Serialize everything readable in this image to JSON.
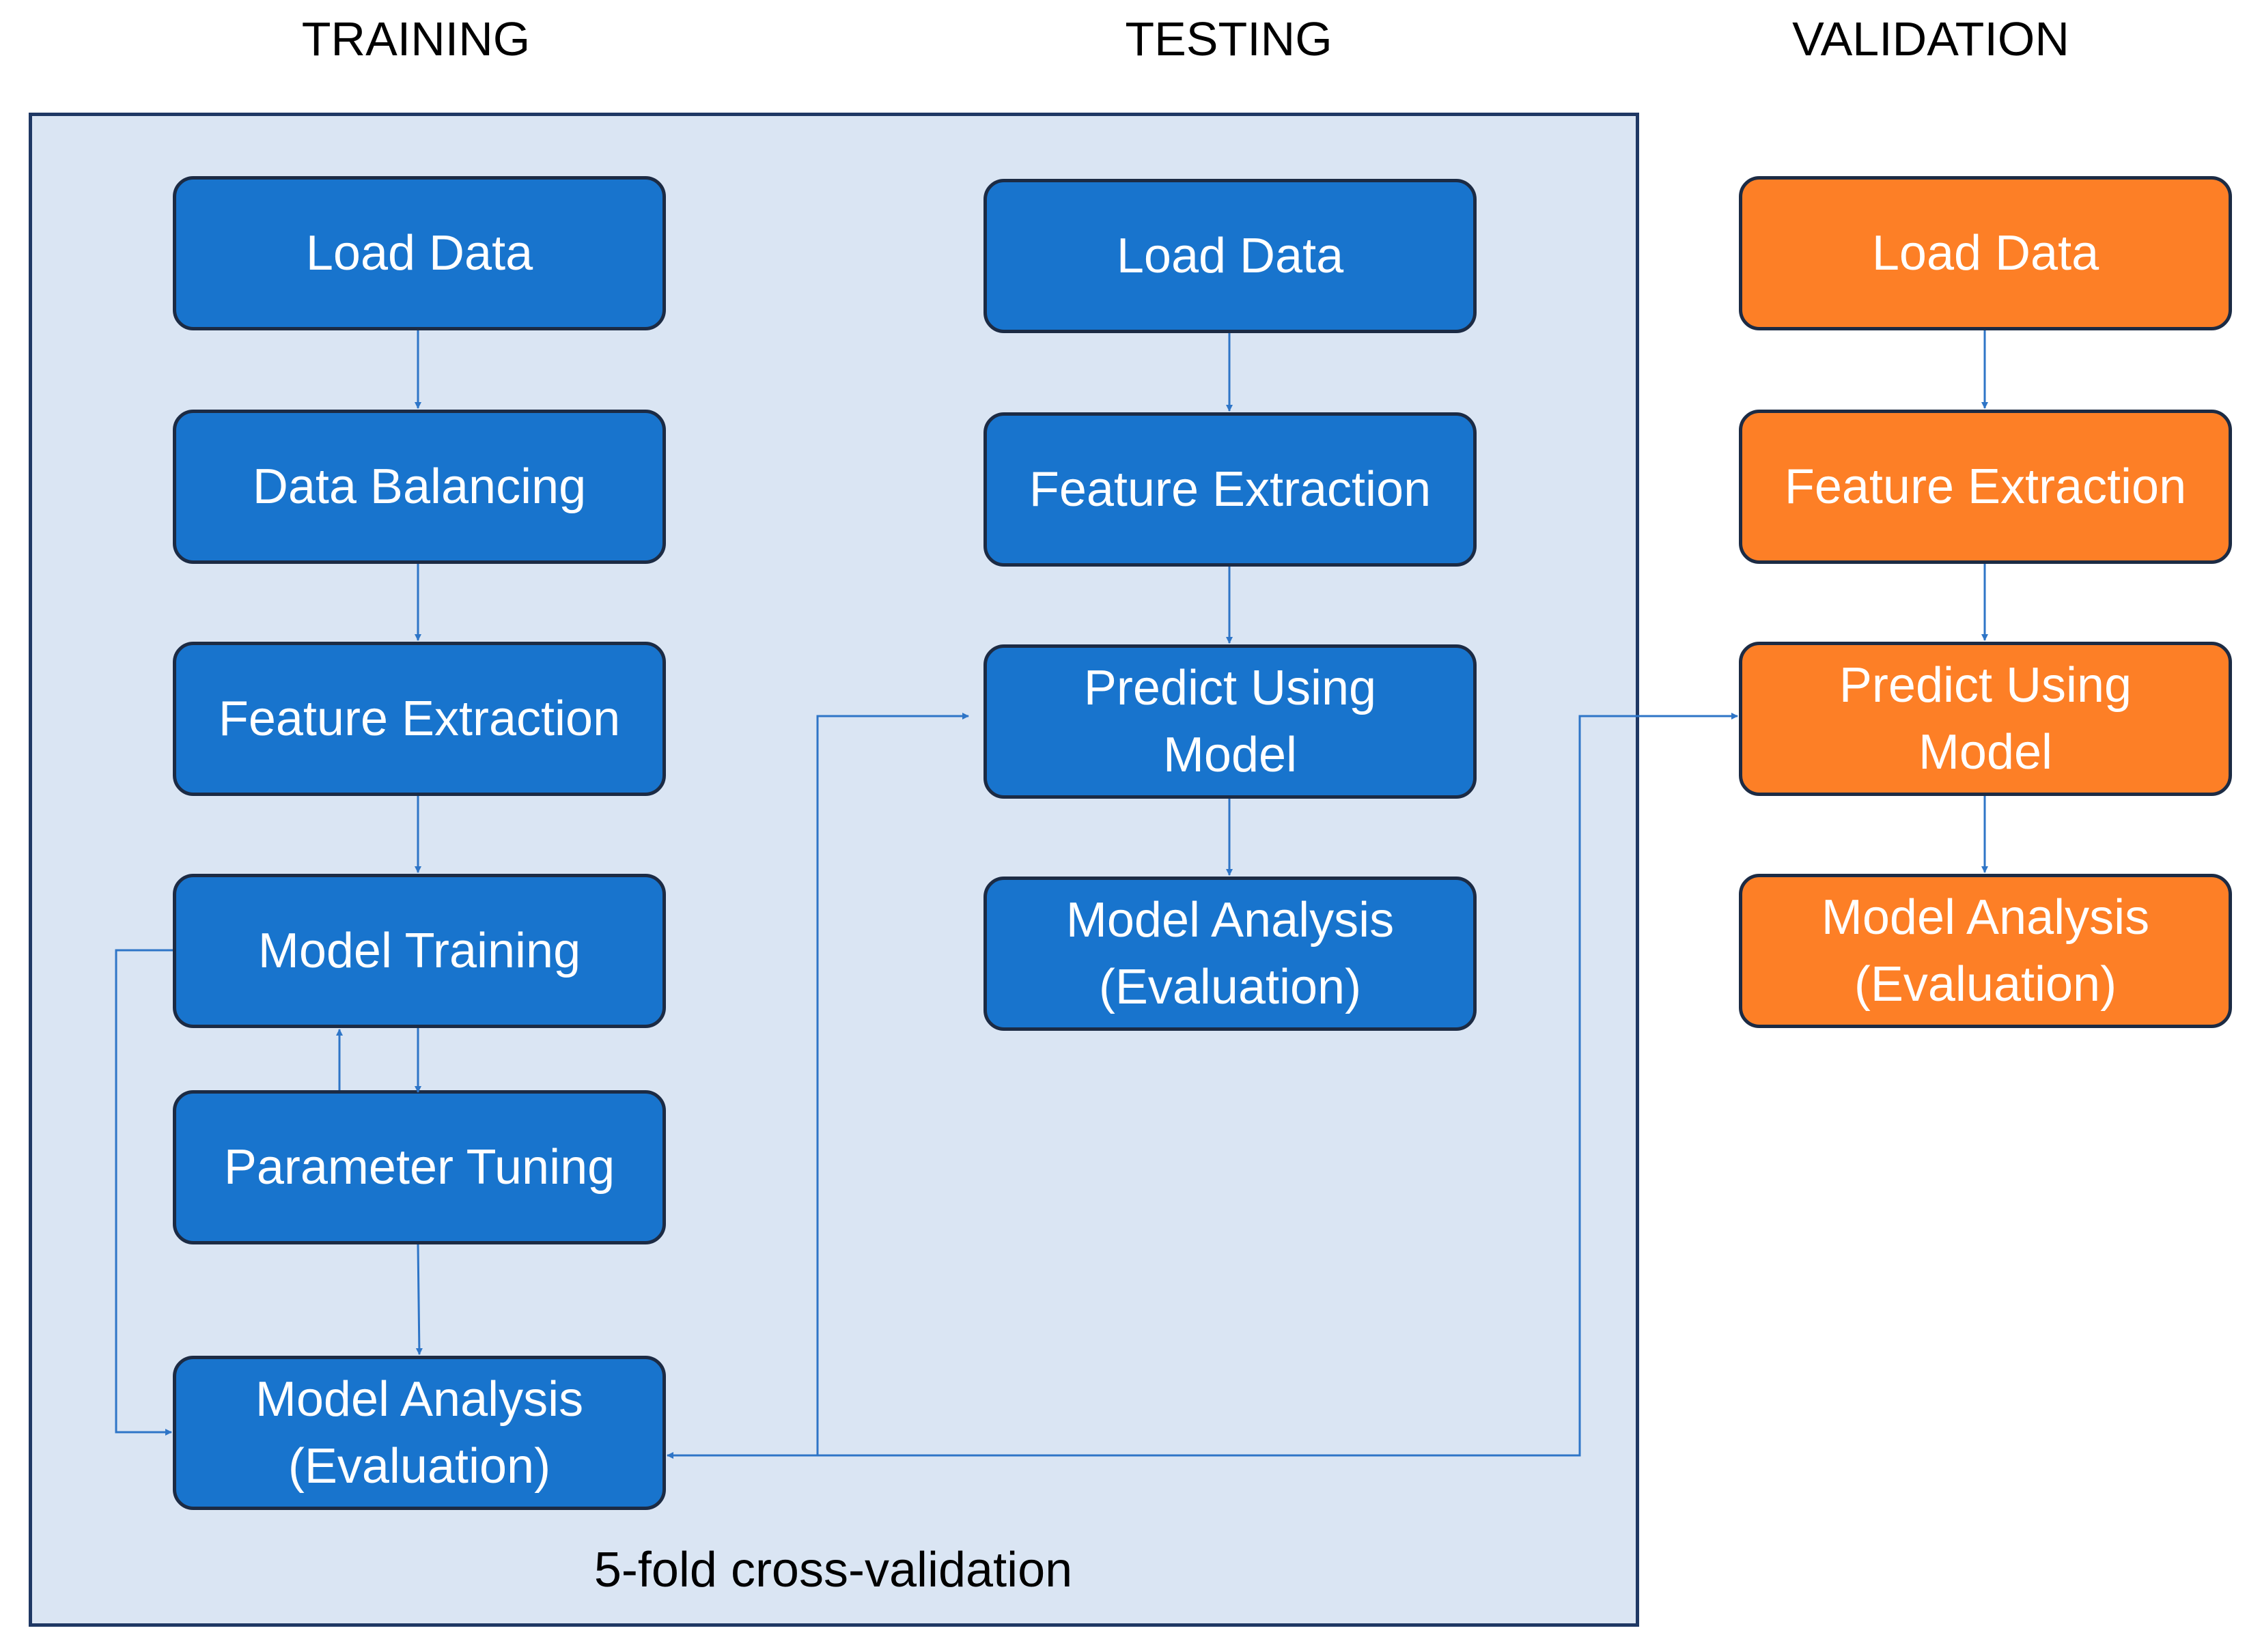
{
  "headings": {
    "training": "TRAINING",
    "testing": "TESTING",
    "validation": "VALIDATION"
  },
  "cross_validation_label": "5-fold cross-validation",
  "training_steps": [
    "Load Data",
    "Data Balancing",
    "Feature Extraction",
    "Model Training",
    "Parameter Tuning",
    "Model Analysis\n(Evaluation)"
  ],
  "testing_steps": [
    "Load Data",
    "Feature Extraction",
    "Predict Using\nModel",
    "Model Analysis\n(Evaluation)"
  ],
  "validation_steps": [
    "Load Data",
    "Feature Extraction",
    "Predict Using\nModel",
    "Model Analysis\n(Evaluation)"
  ],
  "colors": {
    "panel_fill": "#dae5f3",
    "panel_border": "#1f3864",
    "blue_box": "#1874cd",
    "orange_box": "#fd7f26",
    "connector": "#2e75c7"
  }
}
